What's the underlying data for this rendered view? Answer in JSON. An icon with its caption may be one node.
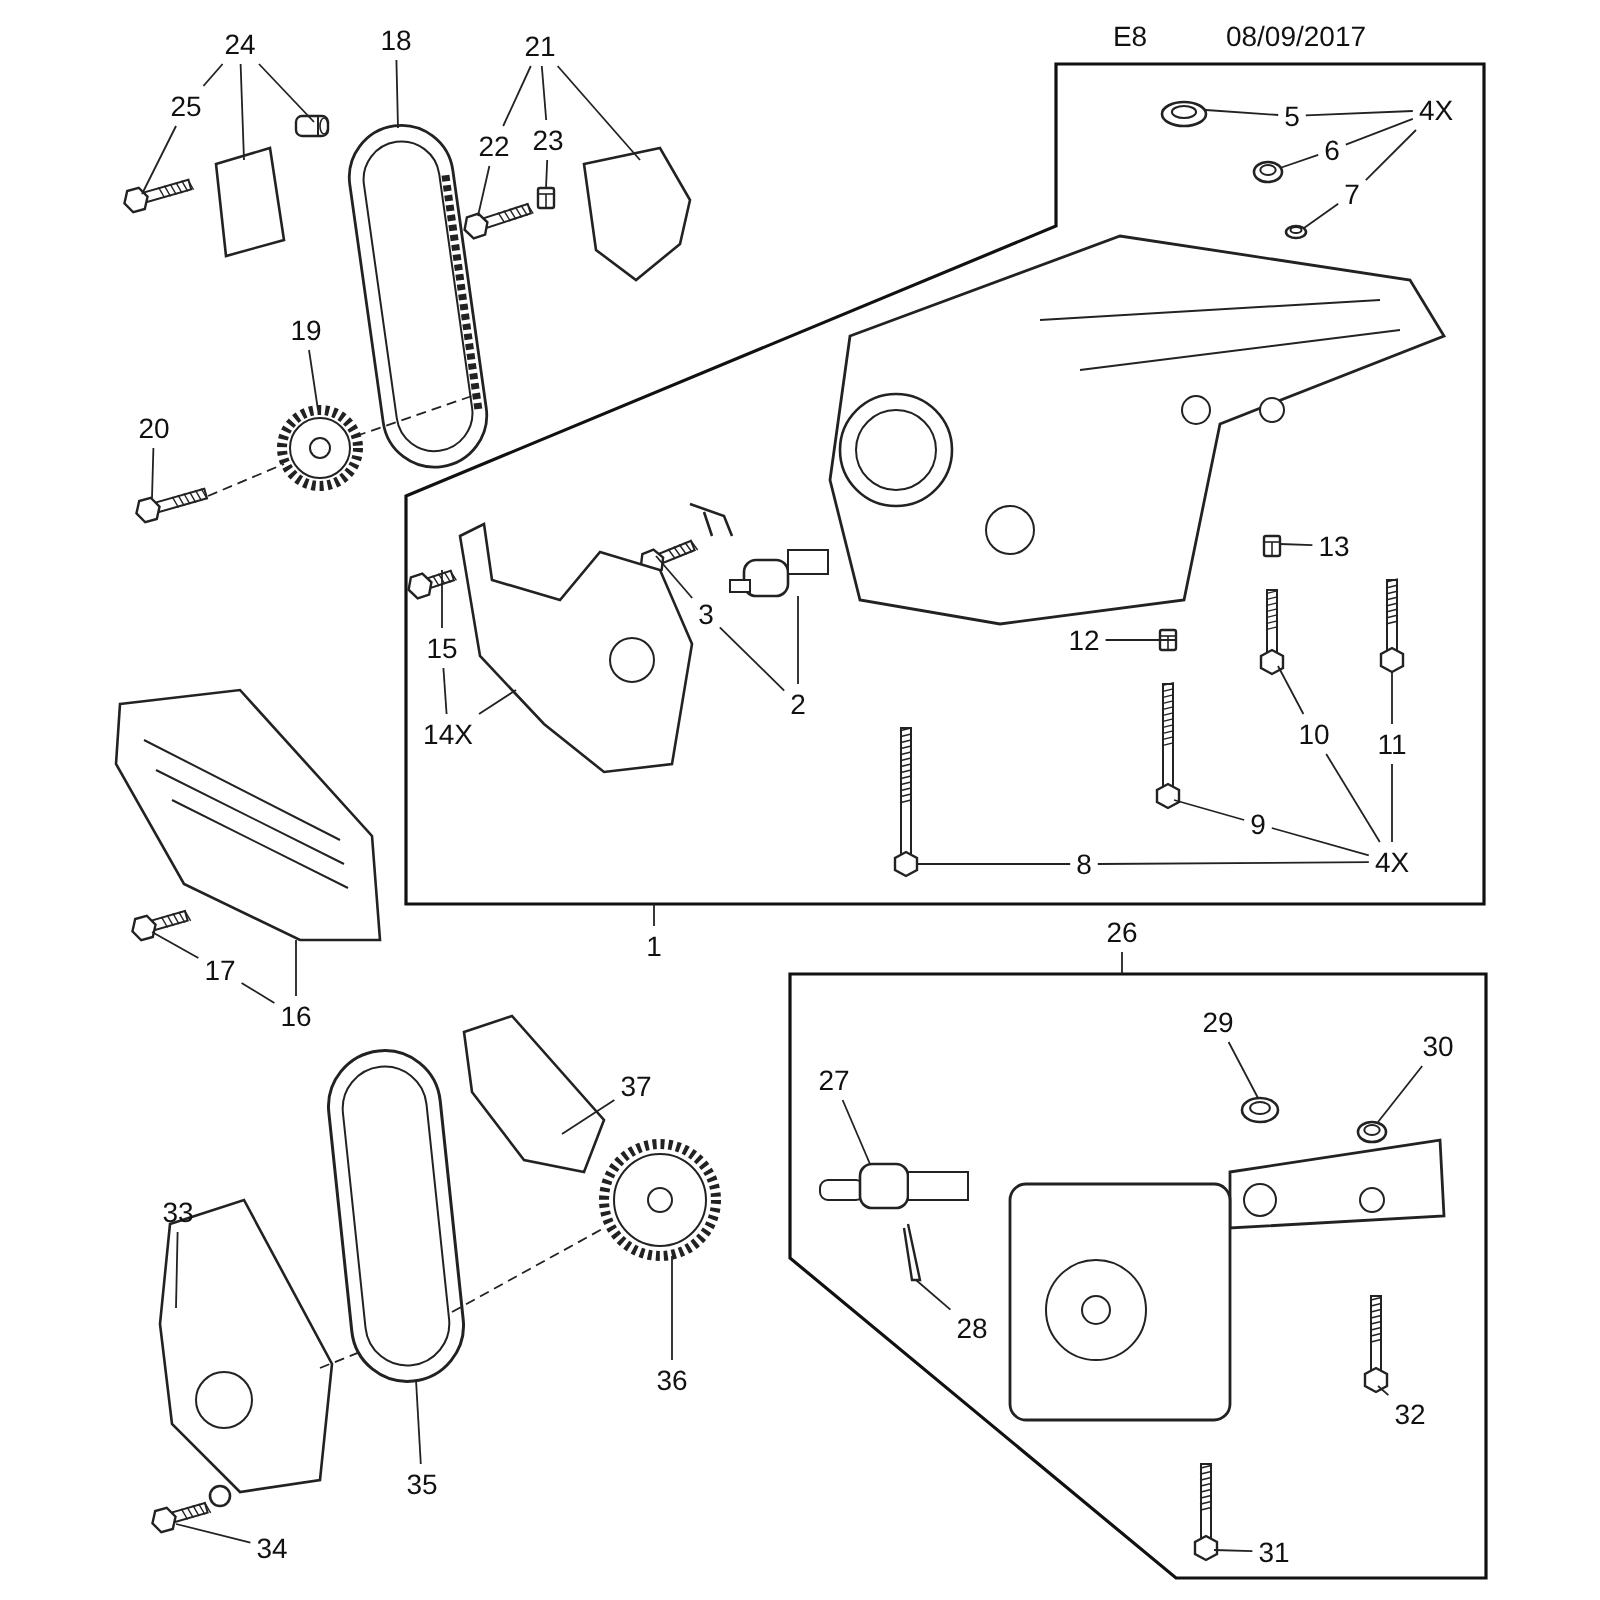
{
  "diagram": {
    "nodes": [
      {
        "text": [
          "24"
        ]
      },
      {
        "text": [
          "18"
        ]
      },
      {
        "text": [
          "21"
        ]
      },
      {
        "text": [
          "25"
        ]
      },
      {
        "text": [
          "22"
        ]
      },
      {
        "text": [
          "23"
        ]
      },
      {
        "text": [],
        "shape": "box"
      },
      {
        "text": [
          "5"
        ],
        "in": 6
      },
      {
        "text": [
          "4X"
        ],
        "in": 6
      },
      {
        "text": [
          "6"
        ],
        "in": 6
      },
      {
        "text": [
          "7"
        ],
        "in": 6
      },
      {
        "text": [
          "19"
        ]
      },
      {
        "text": [
          "20"
        ]
      },
      {
        "text": [
          "3"
        ],
        "in": 6
      },
      {
        "text": [
          "15"
        ],
        "in": 6
      },
      {
        "text": [
          "2"
        ],
        "in": 6
      },
      {
        "text": [
          "13"
        ],
        "in": 6
      },
      {
        "text": [
          "14X"
        ],
        "in": 6
      },
      {
        "text": [
          "12"
        ],
        "in": 6
      },
      {
        "text": [
          "10"
        ],
        "in": 6
      },
      {
        "text": [
          "11"
        ],
        "in": 6
      },
      {
        "text": [
          "9"
        ],
        "in": 6
      },
      {
        "text": [
          "8"
        ],
        "in": 6
      },
      {
        "text": [
          "4X"
        ],
        "in": 6
      },
      {
        "text": [
          "1"
        ]
      },
      {
        "text": [
          "17"
        ]
      },
      {
        "text": [
          "16"
        ]
      },
      {
        "text": [
          "26"
        ]
      },
      {
        "text": [],
        "shape": "box"
      },
      {
        "text": [
          "29"
        ],
        "in": 28
      },
      {
        "text": [
          "30"
        ],
        "in": 28
      },
      {
        "text": [
          "27"
        ],
        "in": 28
      },
      {
        "text": [
          "37"
        ]
      },
      {
        "text": [
          "33"
        ]
      },
      {
        "text": [
          "28"
        ],
        "in": 28
      },
      {
        "text": [
          "36"
        ]
      },
      {
        "text": [
          "32"
        ],
        "in": 28
      },
      {
        "text": [
          "35"
        ]
      },
      {
        "text": [
          "31"
        ],
        "in": 28
      },
      {
        "text": [
          "34"
        ]
      },
      {
        "text": [],
        "shape": "picture"
      },
      {
        "text": [],
        "shape": "picture"
      },
      {
        "text": [],
        "shape": "picture"
      },
      {
        "text": [],
        "shape": "picture"
      },
      {
        "text": [],
        "shape": "picture"
      },
      {
        "text": [],
        "shape": "picture"
      },
      {
        "text": [],
        "shape": "picture"
      },
      {
        "text": [],
        "shape": "picture",
        "in": 6
      },
      {
        "text": [],
        "shape": "picture",
        "in": 6
      },
      {
        "text": [],
        "shape": "picture",
        "in": 6
      },
      {
        "text": [],
        "shape": "picture"
      },
      {
        "text": [],
        "shape": "picture"
      },
      {
        "text": [],
        "shape": "picture",
        "in": 6
      },
      {
        "text": [],
        "shape": "picture",
        "in": 6
      },
      {
        "text": [],
        "shape": "picture",
        "in": 6
      },
      {
        "text": [],
        "shape": "picture",
        "in": 6
      },
      {
        "text": [],
        "shape": "picture",
        "in": 6
      },
      {
        "text": [],
        "shape": "picture",
        "in": 6
      },
      {
        "text": [],
        "shape": "picture",
        "in": 6
      },
      {
        "text": [],
        "shape": "picture",
        "in": 6
      },
      {
        "text": [],
        "shape": "picture",
        "in": 6
      },
      {
        "text": [],
        "shape": "picture",
        "in": 6
      },
      {
        "text": [],
        "shape": "picture"
      },
      {
        "text": [],
        "shape": "picture"
      },
      {
        "text": [],
        "shape": "picture",
        "in": 28
      },
      {
        "text": [],
        "shape": "picture",
        "in": 28
      },
      {
        "text": [],
        "shape": "picture",
        "in": 28
      },
      {
        "text": [],
        "shape": "picture"
      },
      {
        "text": [],
        "shape": "picture"
      },
      {
        "text": [],
        "shape": "picture",
        "in": 28
      },
      {
        "text": [],
        "shape": "picture"
      },
      {
        "text": [],
        "shape": "picture",
        "in": 28
      },
      {
        "text": [],
        "shape": "picture"
      },
      {
        "text": [],
        "shape": "picture",
        "in": 28
      },
      {
        "text": [],
        "shape": "picture"
      }
    ],
    "edges": [
      {
        "from": 0,
        "to": 40,
        "arrow": "none"
      },
      {
        "from": 0,
        "to": 41,
        "arrow": "none"
      },
      {
        "from": 0,
        "to": 3,
        "arrow": "none"
      },
      {
        "from": 1,
        "to": 43,
        "arrow": "none"
      },
      {
        "from": 2,
        "to": 44,
        "arrow": "none"
      },
      {
        "from": 2,
        "to": 4,
        "arrow": "none"
      },
      {
        "from": 2,
        "to": 5,
        "arrow": "none"
      },
      {
        "from": 3,
        "to": 42,
        "arrow": "none"
      },
      {
        "from": 4,
        "to": 45,
        "arrow": "none"
      },
      {
        "from": 5,
        "to": 46,
        "arrow": "none"
      },
      {
        "from": 7,
        "to": 47,
        "arrow": "none"
      },
      {
        "from": 8,
        "to": 7,
        "arrow": "none"
      },
      {
        "from": 8,
        "to": 9,
        "arrow": "none"
      },
      {
        "from": 8,
        "to": 10,
        "arrow": "none"
      },
      {
        "from": 9,
        "to": 48,
        "arrow": "none"
      },
      {
        "from": 10,
        "to": 49,
        "arrow": "none"
      },
      {
        "from": 11,
        "to": 50,
        "arrow": "none"
      },
      {
        "from": 12,
        "to": 51,
        "arrow": "none"
      },
      {
        "from": 13,
        "to": 52,
        "arrow": "none"
      },
      {
        "from": 13,
        "to": 15,
        "arrow": "none"
      },
      {
        "from": 14,
        "to": 53,
        "arrow": "none"
      },
      {
        "from": 17,
        "to": 14,
        "arrow": "none"
      },
      {
        "from": 17,
        "to": 54,
        "arrow": "none"
      },
      {
        "from": 15,
        "to": 55,
        "arrow": "none"
      },
      {
        "from": 16,
        "to": 56,
        "arrow": "none"
      },
      {
        "from": 18,
        "to": 57,
        "arrow": "none"
      },
      {
        "from": 19,
        "to": 58,
        "arrow": "none"
      },
      {
        "from": 20,
        "to": 59,
        "arrow": "none"
      },
      {
        "from": 21,
        "to": 60,
        "arrow": "none"
      },
      {
        "from": 22,
        "to": 61,
        "arrow": "none"
      },
      {
        "from": 23,
        "to": 22,
        "arrow": "none"
      },
      {
        "from": 23,
        "to": 21,
        "arrow": "none"
      },
      {
        "from": 23,
        "to": 19,
        "arrow": "none"
      },
      {
        "from": 23,
        "to": 20,
        "arrow": "none"
      },
      {
        "from": 24,
        "to": 6,
        "arrow": "none"
      },
      {
        "from": 25,
        "to": 62,
        "arrow": "none"
      },
      {
        "from": 25,
        "to": 26,
        "arrow": "none"
      },
      {
        "from": 26,
        "to": 63,
        "arrow": "none"
      },
      {
        "from": 27,
        "to": 28,
        "arrow": "none"
      },
      {
        "from": 29,
        "to": 64,
        "arrow": "none"
      },
      {
        "from": 30,
        "to": 65,
        "arrow": "none"
      },
      {
        "from": 31,
        "to": 66,
        "arrow": "none"
      },
      {
        "from": 32,
        "to": 67,
        "arrow": "none"
      },
      {
        "from": 33,
        "to": 68,
        "arrow": "none"
      },
      {
        "from": 34,
        "to": 69,
        "arrow": "none"
      },
      {
        "from": 35,
        "to": 70,
        "arrow": "none"
      },
      {
        "from": 36,
        "to": 71,
        "arrow": "none"
      },
      {
        "from": 37,
        "to": 72,
        "arrow": "none"
      },
      {
        "from": 38,
        "to": 73,
        "arrow": "none"
      },
      {
        "from": 39,
        "to": 74,
        "arrow": "none"
      },
      {
        "from": 51,
        "to": 50,
        "arrow": "none",
        "style": "dashed"
      },
      {
        "from": 50,
        "to": 43,
        "arrow": "none",
        "style": "dashed"
      },
      {
        "from": 68,
        "to": 72,
        "arrow": "none",
        "style": "dashed"
      },
      {
        "from": 72,
        "to": 70,
        "arrow": "none",
        "style": "dashed"
      }
    ],
    "labels": [
      "E8",
      "08/09/2017"
    ]
  }
}
